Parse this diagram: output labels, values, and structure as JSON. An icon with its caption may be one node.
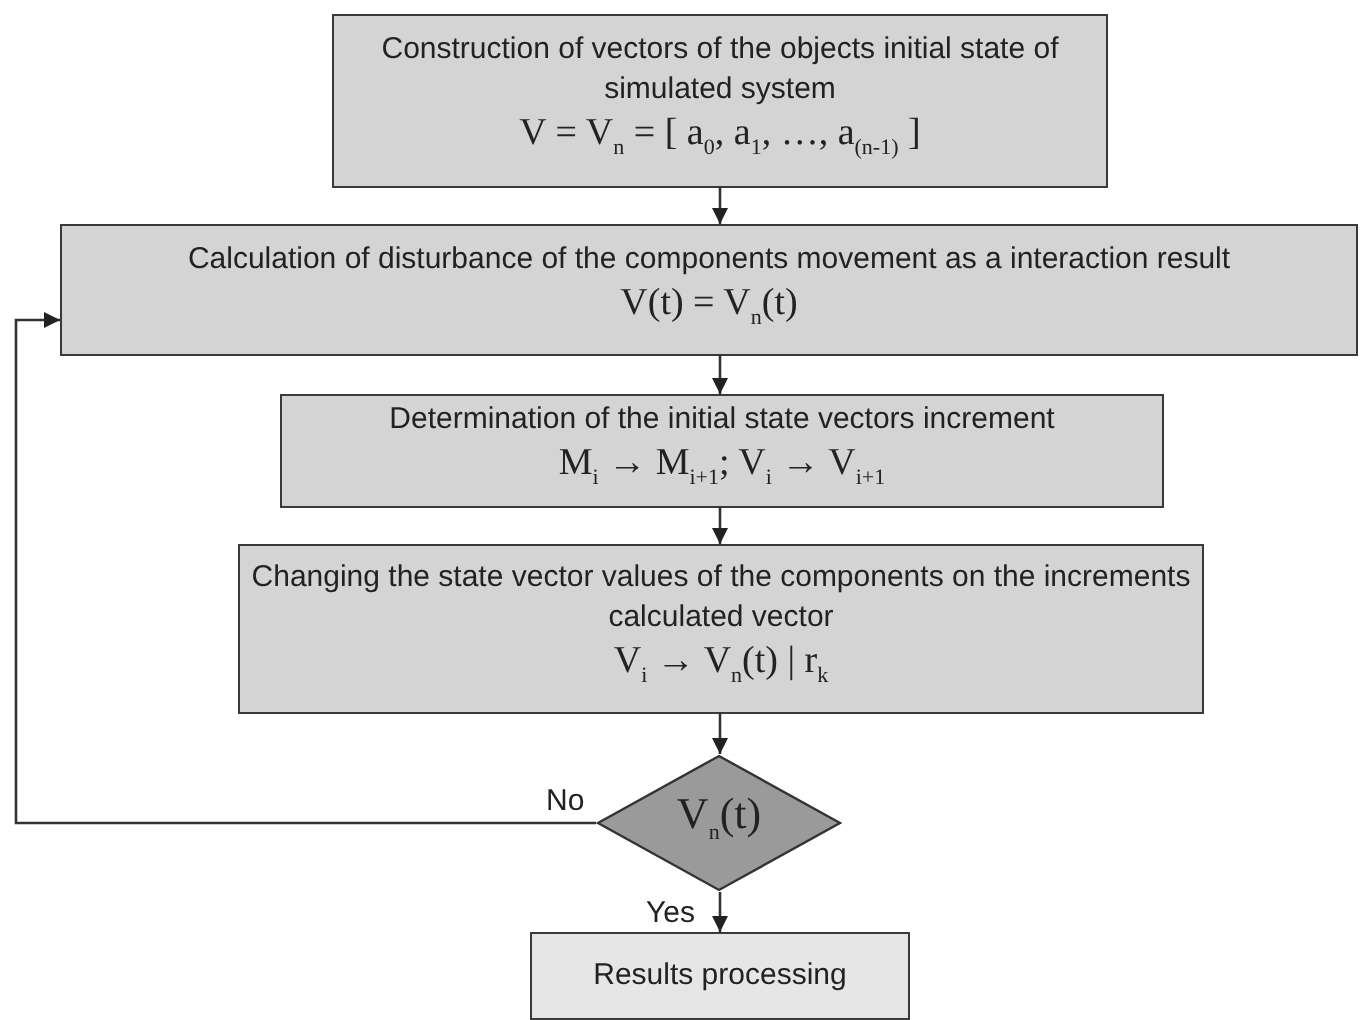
{
  "diagram": {
    "nodes": [
      {
        "text": [
          "Construction of vectors of the objects initial state of  simulated system",
          "V = V$_{n}$ = [ a$_{0}$, a$_{1}$, …, a$_{(n-1)}$ ]"
        ]
      },
      {
        "text": [
          "Calculation of disturbance of the components movement as a interaction result",
          "V(t) = V$_{n}$(t)"
        ]
      },
      {
        "text": [
          "Determination of the initial state vectors increment",
          "M$_{i}$ → M$_{i+1}$;   V$_{i}$ → V$_{i+1}$"
        ]
      },
      {
        "text": [
          "Changing the state vector values of the components on the increments calculated vector",
          "V$_{i}$ → V$_{n}$(t) | r$_{k}$"
        ]
      },
      {
        "text": [
          "V$_{n}$(t)"
        ]
      },
      {
        "text": [
          "Results processing"
        ]
      }
    ],
    "edges": [
      {
        "from": 0,
        "to": 1,
        "arrow": "to"
      },
      {
        "from": 1,
        "to": 2,
        "arrow": "to"
      },
      {
        "from": 2,
        "to": 3,
        "arrow": "to"
      },
      {
        "from": 3,
        "to": 4,
        "arrow": "to"
      },
      {
        "from": 4,
        "to": 5,
        "arrow": "to",
        "label": "Yes"
      },
      {
        "from": 4,
        "to": 1,
        "arrow": "to",
        "label": "No"
      }
    ]
  }
}
